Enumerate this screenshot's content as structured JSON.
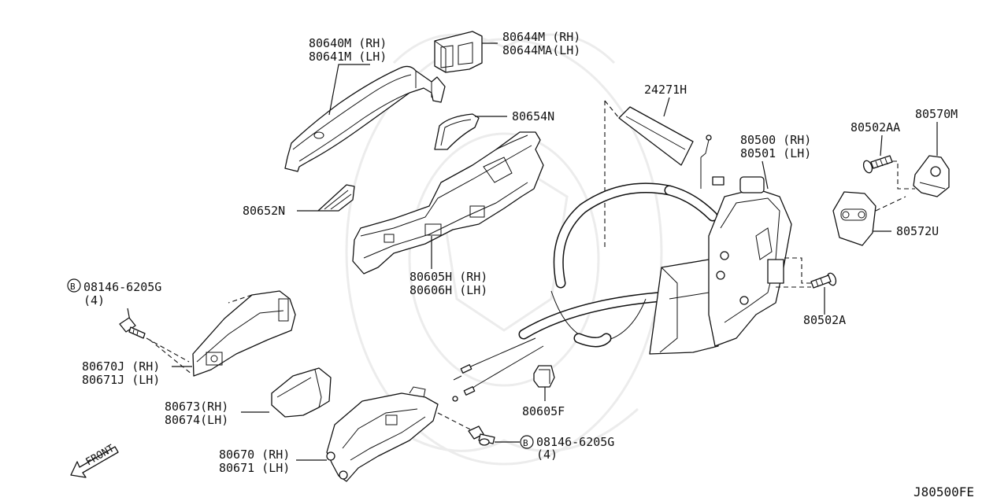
{
  "labels": {
    "handle_outer": [
      "80640M (RH)",
      "80641M (LH)"
    ],
    "cover": [
      "80644M  (RH)",
      "80644MA(LH)"
    ],
    "handle_esc": "80654N",
    "bracket_small": "80652N",
    "frame": [
      "80605H (RH)",
      "80606H (LH)"
    ],
    "seal": "24271H",
    "latch": [
      "80500 (RH)",
      "80501 (LH)"
    ],
    "screw_aa": "80502AA",
    "striker": "80570M",
    "striker_plate": "80572U",
    "screw_a": "80502A",
    "bolt_top": [
      "08146-6205G",
      "(4)"
    ],
    "bracket_plate": [
      "80670J (RH)",
      "80671J (LH)"
    ],
    "escutcheon": [
      "80673(RH)",
      "80674(LH)"
    ],
    "clip": "80605F",
    "inner_handle": [
      "80670 (RH)",
      "80671 (LH)"
    ],
    "bolt_bottom": [
      "08146-6205G",
      "(4)"
    ],
    "front": "FRONT",
    "code": "J80500FE"
  },
  "symbols": {
    "bolt_marker": "B"
  },
  "icons": {
    "front_arrow": "arrow-down-left-icon",
    "bolt_marker": "circled-b-icon"
  },
  "colors": {
    "ink": "#111111",
    "background": "#ffffff",
    "watermark": "#ececec"
  }
}
